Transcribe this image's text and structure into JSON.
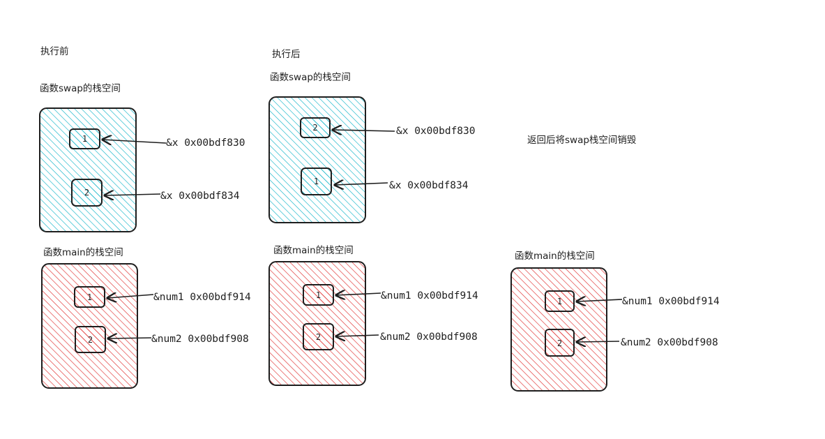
{
  "colors": {
    "stroke": "#1e1e1e",
    "swap_fill": "#12b5c9",
    "main_fill": "#e03131"
  },
  "labels": {
    "before": "执行前",
    "after": "执行后",
    "destroyed_note": "返回后将swap栈空间销毁"
  },
  "frames": {
    "before_swap": {
      "title": "函数swap的栈空间",
      "cells": [
        {
          "value": "1",
          "address": "&x 0x00bdf830"
        },
        {
          "value": "2",
          "address": "&x 0x00bdf834"
        }
      ]
    },
    "before_main": {
      "title": "函数main的栈空间",
      "cells": [
        {
          "value": "1",
          "address": "&num1 0x00bdf914"
        },
        {
          "value": "2",
          "address": "&num2 0x00bdf908"
        }
      ]
    },
    "after_swap": {
      "title": "函数swap的栈空间",
      "cells": [
        {
          "value": "2",
          "address": "&x 0x00bdf830"
        },
        {
          "value": "1",
          "address": "&x 0x00bdf834"
        }
      ]
    },
    "after_main": {
      "title": "函数main的栈空间",
      "cells": [
        {
          "value": "1",
          "address": "&num1 0x00bdf914"
        },
        {
          "value": "2",
          "address": "&num2 0x00bdf908"
        }
      ]
    },
    "final_main": {
      "title": "函数main的栈空间",
      "cells": [
        {
          "value": "1",
          "address": "&num1 0x00bdf914"
        },
        {
          "value": "2",
          "address": "&num2 0x00bdf908"
        }
      ]
    }
  }
}
